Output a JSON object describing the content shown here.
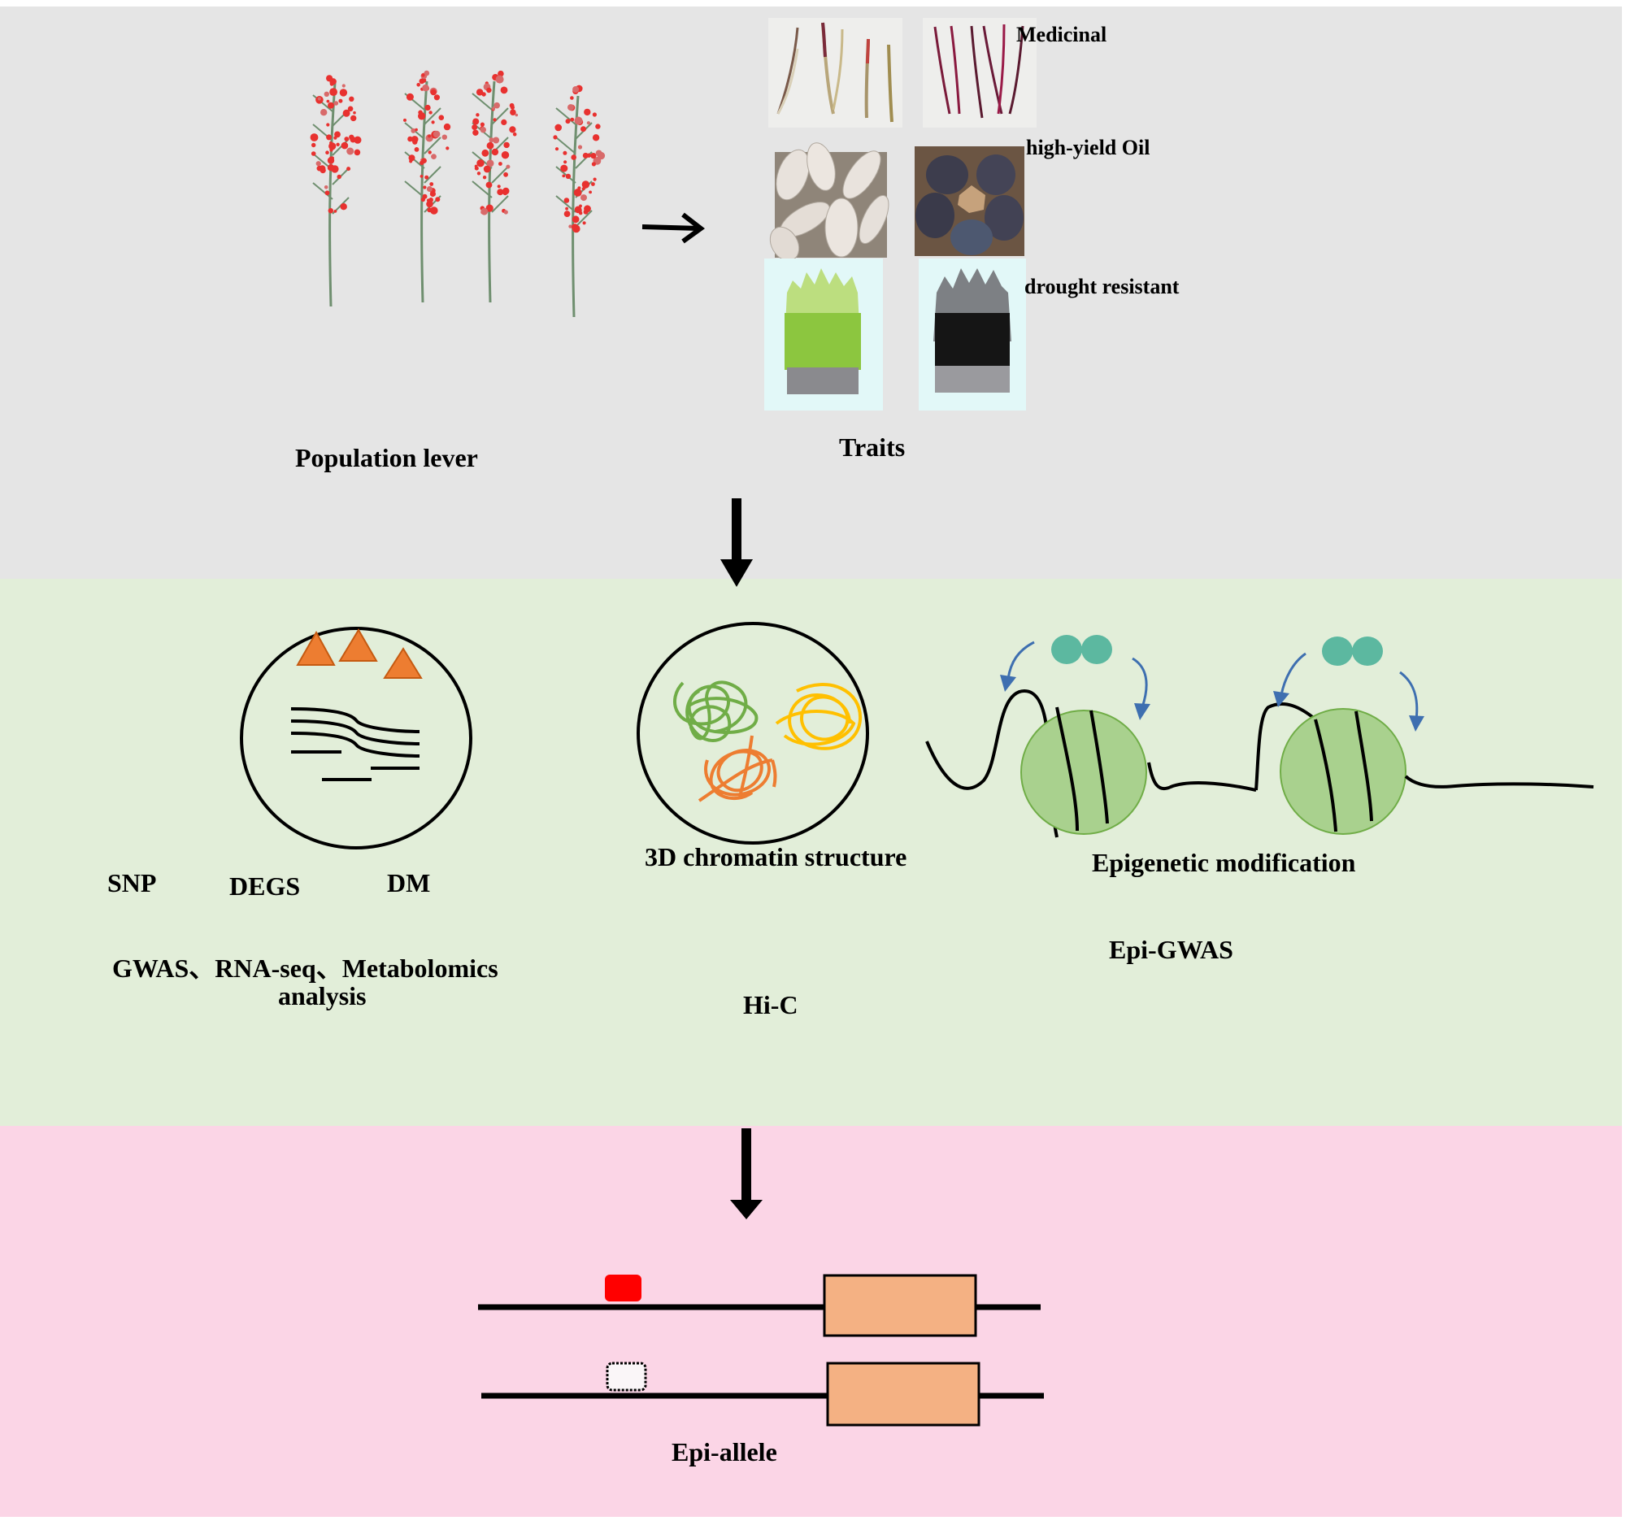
{
  "stage1": {
    "population_label": "Population lever",
    "traits_label": "Traits",
    "trait_items": [
      {
        "label": "Medicinal",
        "left_image": "pale-roots-photo",
        "right_image": "purple-roots-photo"
      },
      {
        "label": "high-yield Oil",
        "left_image": "white-seeds-photo",
        "right_image": "dark-seeds-in-pod-photo"
      },
      {
        "label": "drought resistant",
        "left_image": "green-grass-pot",
        "right_image": "black-grass-pot"
      }
    ],
    "plant_count": 4
  },
  "stage2": {
    "omics": {
      "markers": [
        "SNP",
        "DEGS",
        "DM"
      ],
      "methods_line1": "GWAS、RNA-seq、Metabolomics",
      "methods_line2": "analysis"
    },
    "chromatin": {
      "title": "3D chromatin structure",
      "method": "Hi-C"
    },
    "epigenetic": {
      "title": "Epigenetic modification",
      "method": "Epi-GWAS"
    }
  },
  "stage3": {
    "title": "Epi-allele"
  },
  "colors": {
    "panel_top": "#e5e5e5",
    "panel_mid": "#e2eed9",
    "panel_bot": "#fbd5e6",
    "triangle": "#ed7d31",
    "chromatin_green": "#70ad47",
    "chromatin_yellow": "#ffc000",
    "chromatin_orange": "#ed7d31",
    "nucleosome": "#a9d18e",
    "modifier_dot": "#5cb8a0",
    "curve_arrow": "#3e6fb0",
    "methyl_mark": "#ff0000",
    "gene_box": "#f4b183"
  }
}
